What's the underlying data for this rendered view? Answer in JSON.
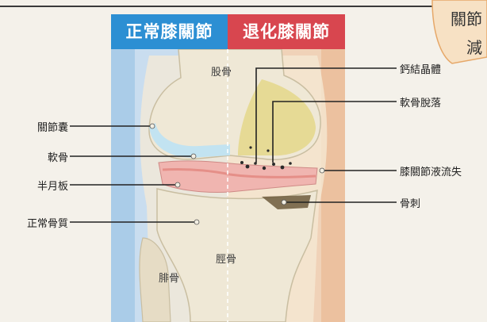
{
  "headers": {
    "normal": "正常膝關節",
    "degenerated": "退化膝關節"
  },
  "labels_left": {
    "capsule": "關節囊",
    "cartilage": "軟骨",
    "meniscus": "半月板",
    "normal_bone": "正常骨質"
  },
  "labels_right": {
    "crystals": "鈣結晶體",
    "cartilage_loss": "軟骨脫落",
    "fluid_loss": "膝關節液流失",
    "spur": "骨刺"
  },
  "bones": {
    "femur": "股骨",
    "tibia": "脛骨",
    "fibula": "腓骨"
  },
  "corner": {
    "line1": "關節",
    "line2": "減"
  },
  "colors": {
    "normal_header": "#2c8fd3",
    "degenerated_header": "#d8464f",
    "normal_bg": "#c9ddef",
    "degenerated_bg": "#f0d2b8",
    "corner_badge": "#f7e1c4"
  }
}
